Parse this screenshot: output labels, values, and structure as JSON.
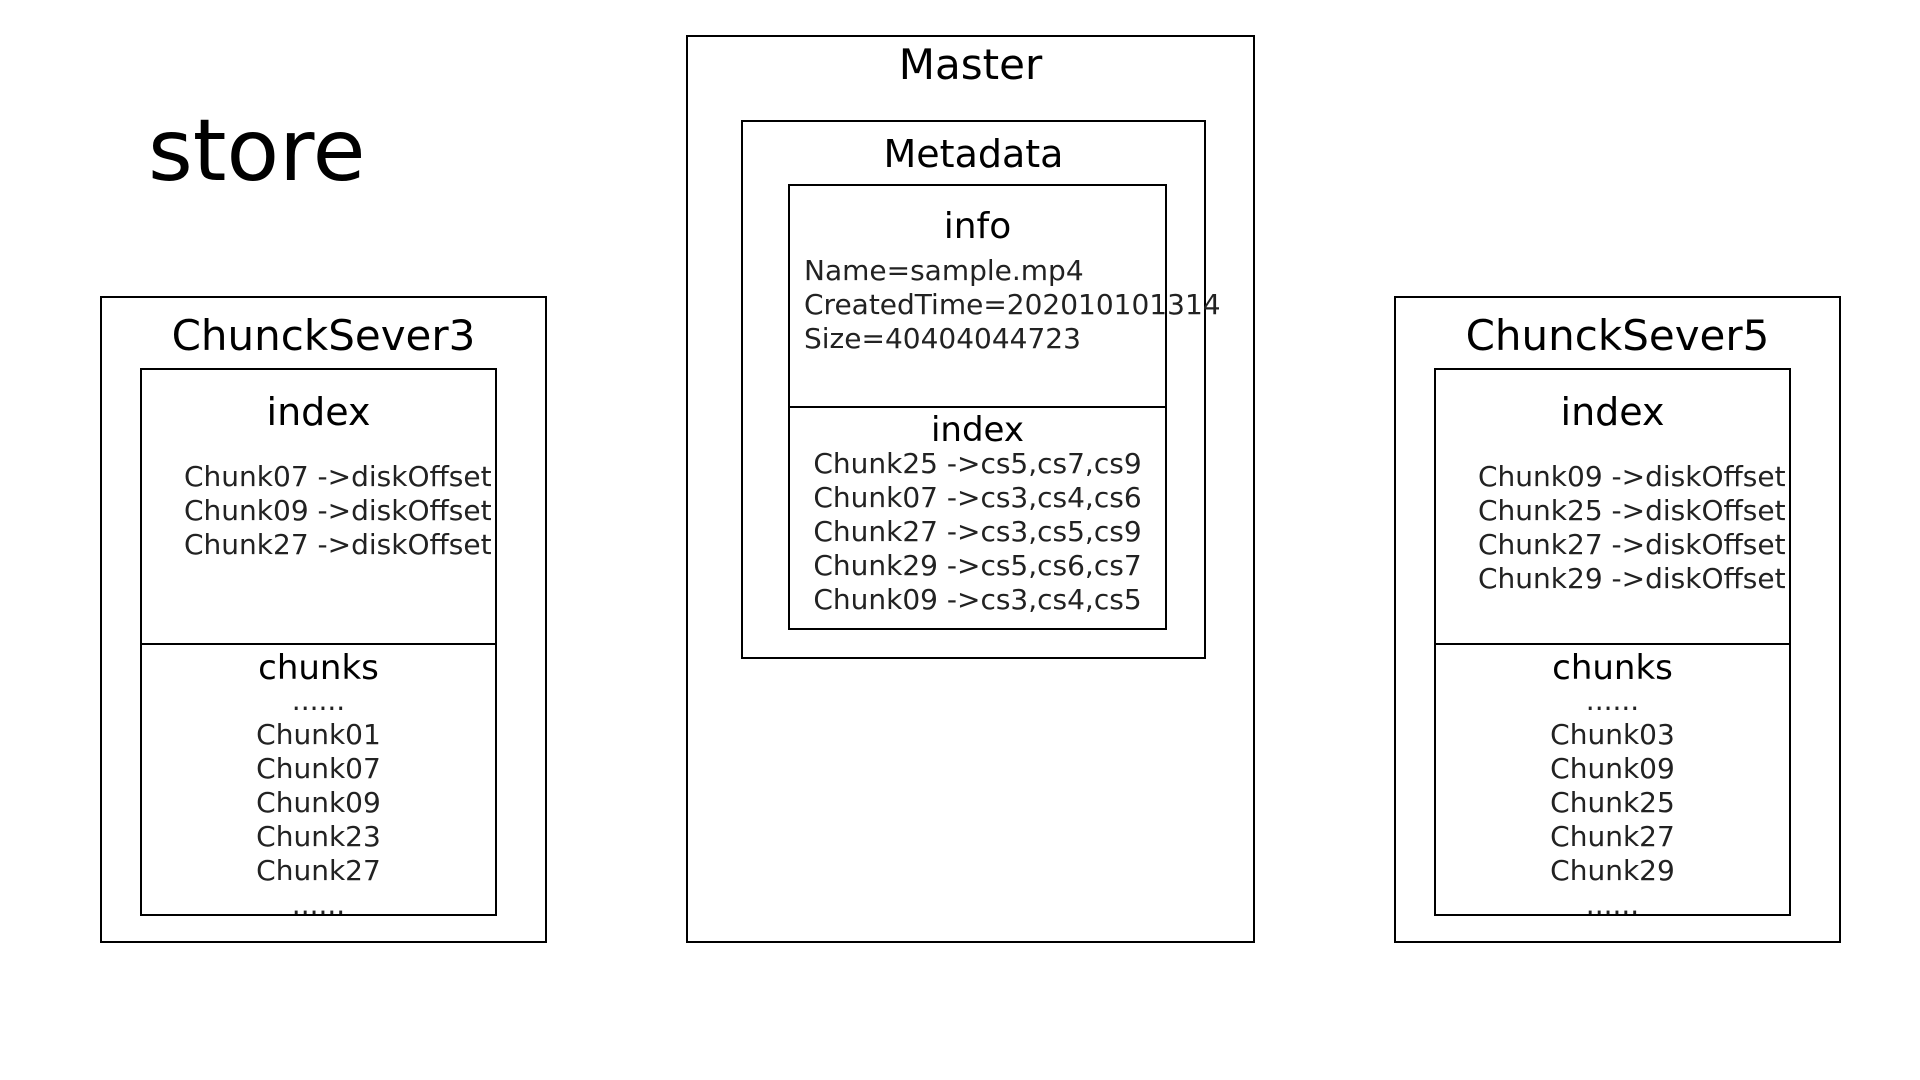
{
  "title": "store",
  "cs3": {
    "title": "ChunckSever3",
    "index_label": "index",
    "index_lines": [
      "Chunk07 ->diskOffset",
      "Chunk09 ->diskOffset",
      "Chunk27 ->diskOffset"
    ],
    "chunks_label": "chunks",
    "chunk_lines": [
      "......",
      "Chunk01",
      "Chunk07",
      "Chunk09",
      "Chunk23",
      "Chunk27",
      "......"
    ]
  },
  "master": {
    "title": "Master",
    "metadata_label": "Metadata",
    "info_label": "info",
    "info_lines": [
      "Name=sample.mp4",
      "CreatedTime=202010101314",
      "Size=40404044723"
    ],
    "index_label": "index",
    "index_lines": [
      "Chunk25 ->cs5,cs7,cs9",
      "Chunk07 ->cs3,cs4,cs6",
      "Chunk27 ->cs3,cs5,cs9",
      "Chunk29 ->cs5,cs6,cs7",
      "Chunk09 ->cs3,cs4,cs5"
    ]
  },
  "cs5": {
    "title": "ChunckSever5",
    "index_label": "index",
    "index_lines": [
      "Chunk09 ->diskOffset",
      "Chunk25 ->diskOffset",
      "Chunk27 ->diskOffset",
      "Chunk29 ->diskOffset"
    ],
    "chunks_label": "chunks",
    "chunk_lines": [
      "......",
      "Chunk03",
      "Chunk09",
      "Chunk25",
      "Chunk27",
      "Chunk29",
      "......"
    ]
  }
}
